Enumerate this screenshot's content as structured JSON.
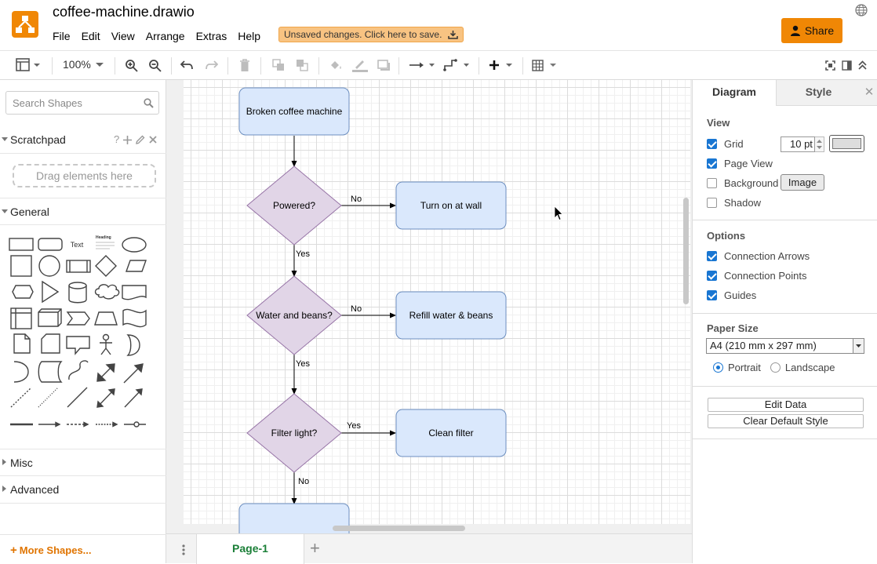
{
  "app": {
    "doc_title": "coffee-machine.drawio",
    "menu": [
      "File",
      "Edit",
      "View",
      "Arrange",
      "Extras",
      "Help"
    ],
    "unsaved_notice": "Unsaved changes. Click here to save.",
    "share_label": "Share",
    "accent_color": "#f08705"
  },
  "toolbar": {
    "zoom": "100%",
    "icons": [
      "panel-layout-icon",
      "zoom-in-icon",
      "zoom-out-icon",
      "undo-icon",
      "redo-icon",
      "delete-icon",
      "to-front-icon",
      "to-back-icon",
      "fill-color-icon",
      "line-color-icon",
      "shadow-icon",
      "connection-icon",
      "waypoints-icon",
      "insert-icon",
      "table-icon",
      "fullscreen-icon",
      "format-panel-icon",
      "collapse-icon"
    ]
  },
  "sidebar": {
    "search_placeholder": "Search Shapes",
    "scratchpad_label": "Scratchpad",
    "scratchpad_help": "?",
    "drag_hint": "Drag elements here",
    "general_label": "General",
    "shape_text_label": "Text",
    "shape_heading_label": "Heading",
    "misc_label": "Misc",
    "advanced_label": "Advanced",
    "more_shapes_label": "More Shapes..."
  },
  "diagram": {
    "nodes": {
      "start": "Broken coffee machine",
      "powered": "Powered?",
      "turn_on": "Turn on at wall",
      "water": "Water and beans?",
      "refill": "Refill water & beans",
      "filter": "Filter light?",
      "clean": "Clean filter"
    },
    "edge_labels": {
      "powered_no": "No",
      "powered_yes": "Yes",
      "water_no": "No",
      "water_yes": "Yes",
      "filter_yes": "Yes",
      "filter_no": "No"
    },
    "colors": {
      "process_fill": "#dae8fc",
      "process_stroke": "#6c8ebf",
      "decision_fill": "#e1d5e7",
      "decision_stroke": "#9673a6"
    }
  },
  "pages": {
    "tabs": [
      "Page-1"
    ]
  },
  "format_panel": {
    "tab_diagram": "Diagram",
    "tab_style": "Style",
    "view_heading": "View",
    "grid_label": "Grid",
    "grid_size": "10 pt",
    "page_view_label": "Page View",
    "background_label": "Background",
    "image_button": "Image",
    "shadow_label": "Shadow",
    "options_heading": "Options",
    "connection_arrows_label": "Connection Arrows",
    "connection_points_label": "Connection Points",
    "guides_label": "Guides",
    "paper_size_heading": "Paper Size",
    "paper_size_value": "A4 (210 mm x 297 mm)",
    "portrait_label": "Portrait",
    "landscape_label": "Landscape",
    "edit_data_button": "Edit Data",
    "clear_style_button": "Clear Default Style",
    "checkbox_color": "#1976d2"
  }
}
